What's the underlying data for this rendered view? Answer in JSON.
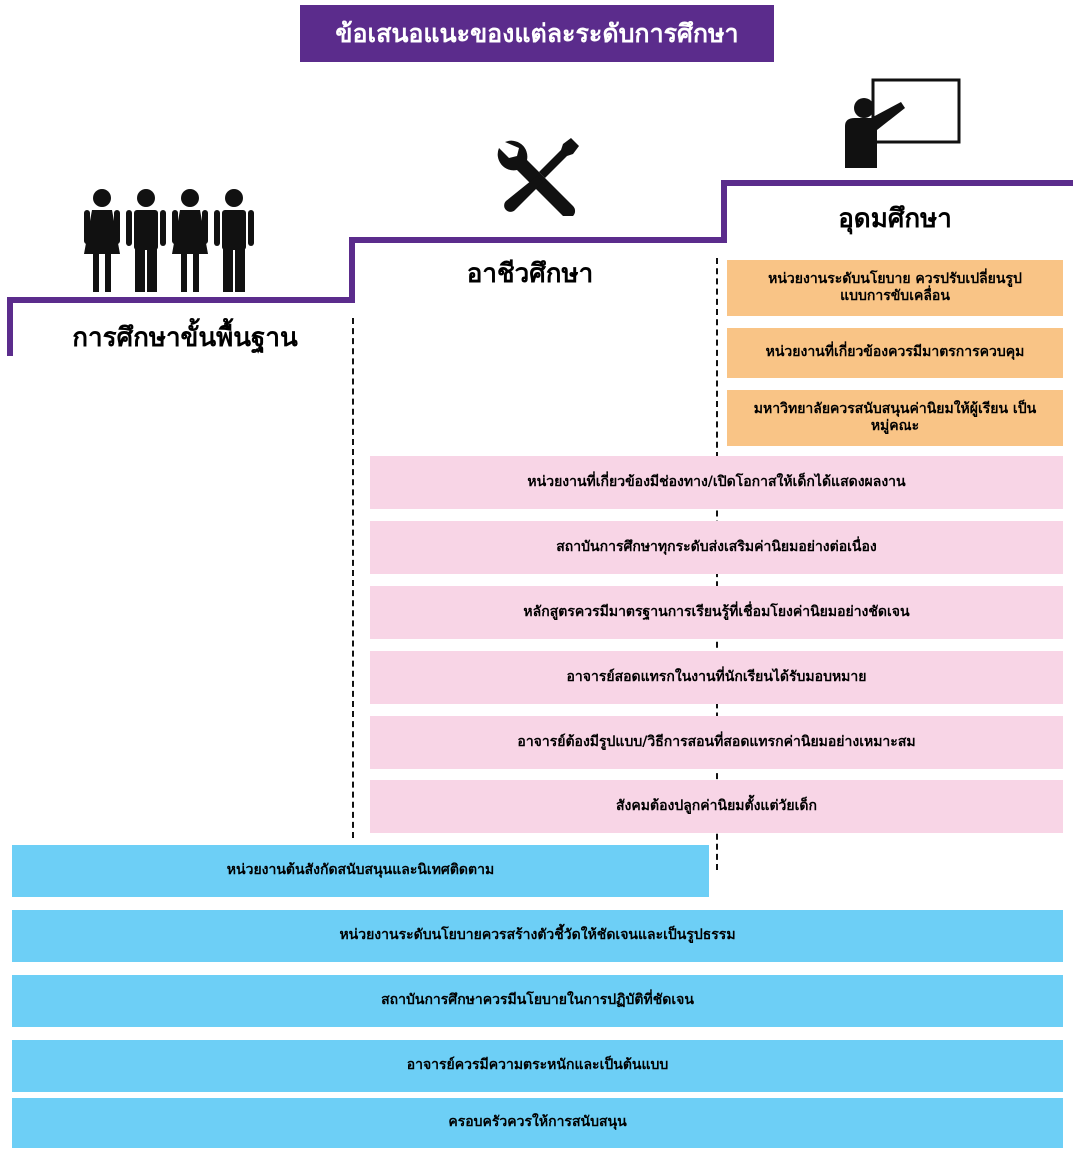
{
  "title": "ข้อเสนอแนะของแต่ละระดับการศึกษา",
  "colors": {
    "purple": "#5b2c8c",
    "orange": "#f9c486",
    "pink": "#f8d5e6",
    "blue": "#6dcff6"
  },
  "stages": {
    "basic": {
      "label": "การศึกษาขั้นพื้นฐาน",
      "icon": "people-icon"
    },
    "vocational": {
      "label": "อาชีวศึกษา",
      "icon": "tools-icon"
    },
    "higher": {
      "label": "อุดมศึกษา",
      "icon": "teacher-board-icon"
    }
  },
  "higher_items": [
    "หน่วยงานระดับนโยบาย ควรปรับเปลี่ยนรูปแบบการขับเคลื่อน",
    "หน่วยงานที่เกี่ยวข้องควรมีมาตรการควบคุม",
    "มหาวิทยาลัยควรสนับสนุนค่านิยมให้ผู้เรียน เป็นหมู่คณะ"
  ],
  "vocational_items": [
    "หน่วยงานที่เกี่ยวข้องมีช่องทาง/เปิดโอกาสให้เด็กได้แสดงผลงาน",
    "สถาบันการศึกษาทุกระดับส่งเสริมค่านิยมอย่างต่อเนื่อง",
    "หลักสูตรควรมีมาตรฐานการเรียนรู้ที่เชื่อมโยงค่านิยมอย่างชัดเจน",
    "อาจารย์สอดแทรกในงานที่นักเรียนได้รับมอบหมาย",
    "อาจารย์ต้องมีรูปแบบ/วิธีการสอนที่สอดแทรกค่านิยมอย่างเหมาะสม",
    "สังคมต้องปลูกค่านิยมตั้งแต่วัยเด็ก"
  ],
  "basic_items": [
    "หน่วยงานต้นสังกัดสนับสนุนและนิเทศติดตาม",
    "หน่วยงานระดับนโยบายควรสร้างตัวชี้วัดให้ชัดเจนและเป็นรูปธรรม",
    "สถาบันการศึกษาควรมีนโยบายในการปฏิบัติที่ชัดเจน",
    "อาจารย์ควรมีความตระหนักและเป็นต้นแบบ",
    "ครอบครัวควรให้การสนับสนุน"
  ]
}
